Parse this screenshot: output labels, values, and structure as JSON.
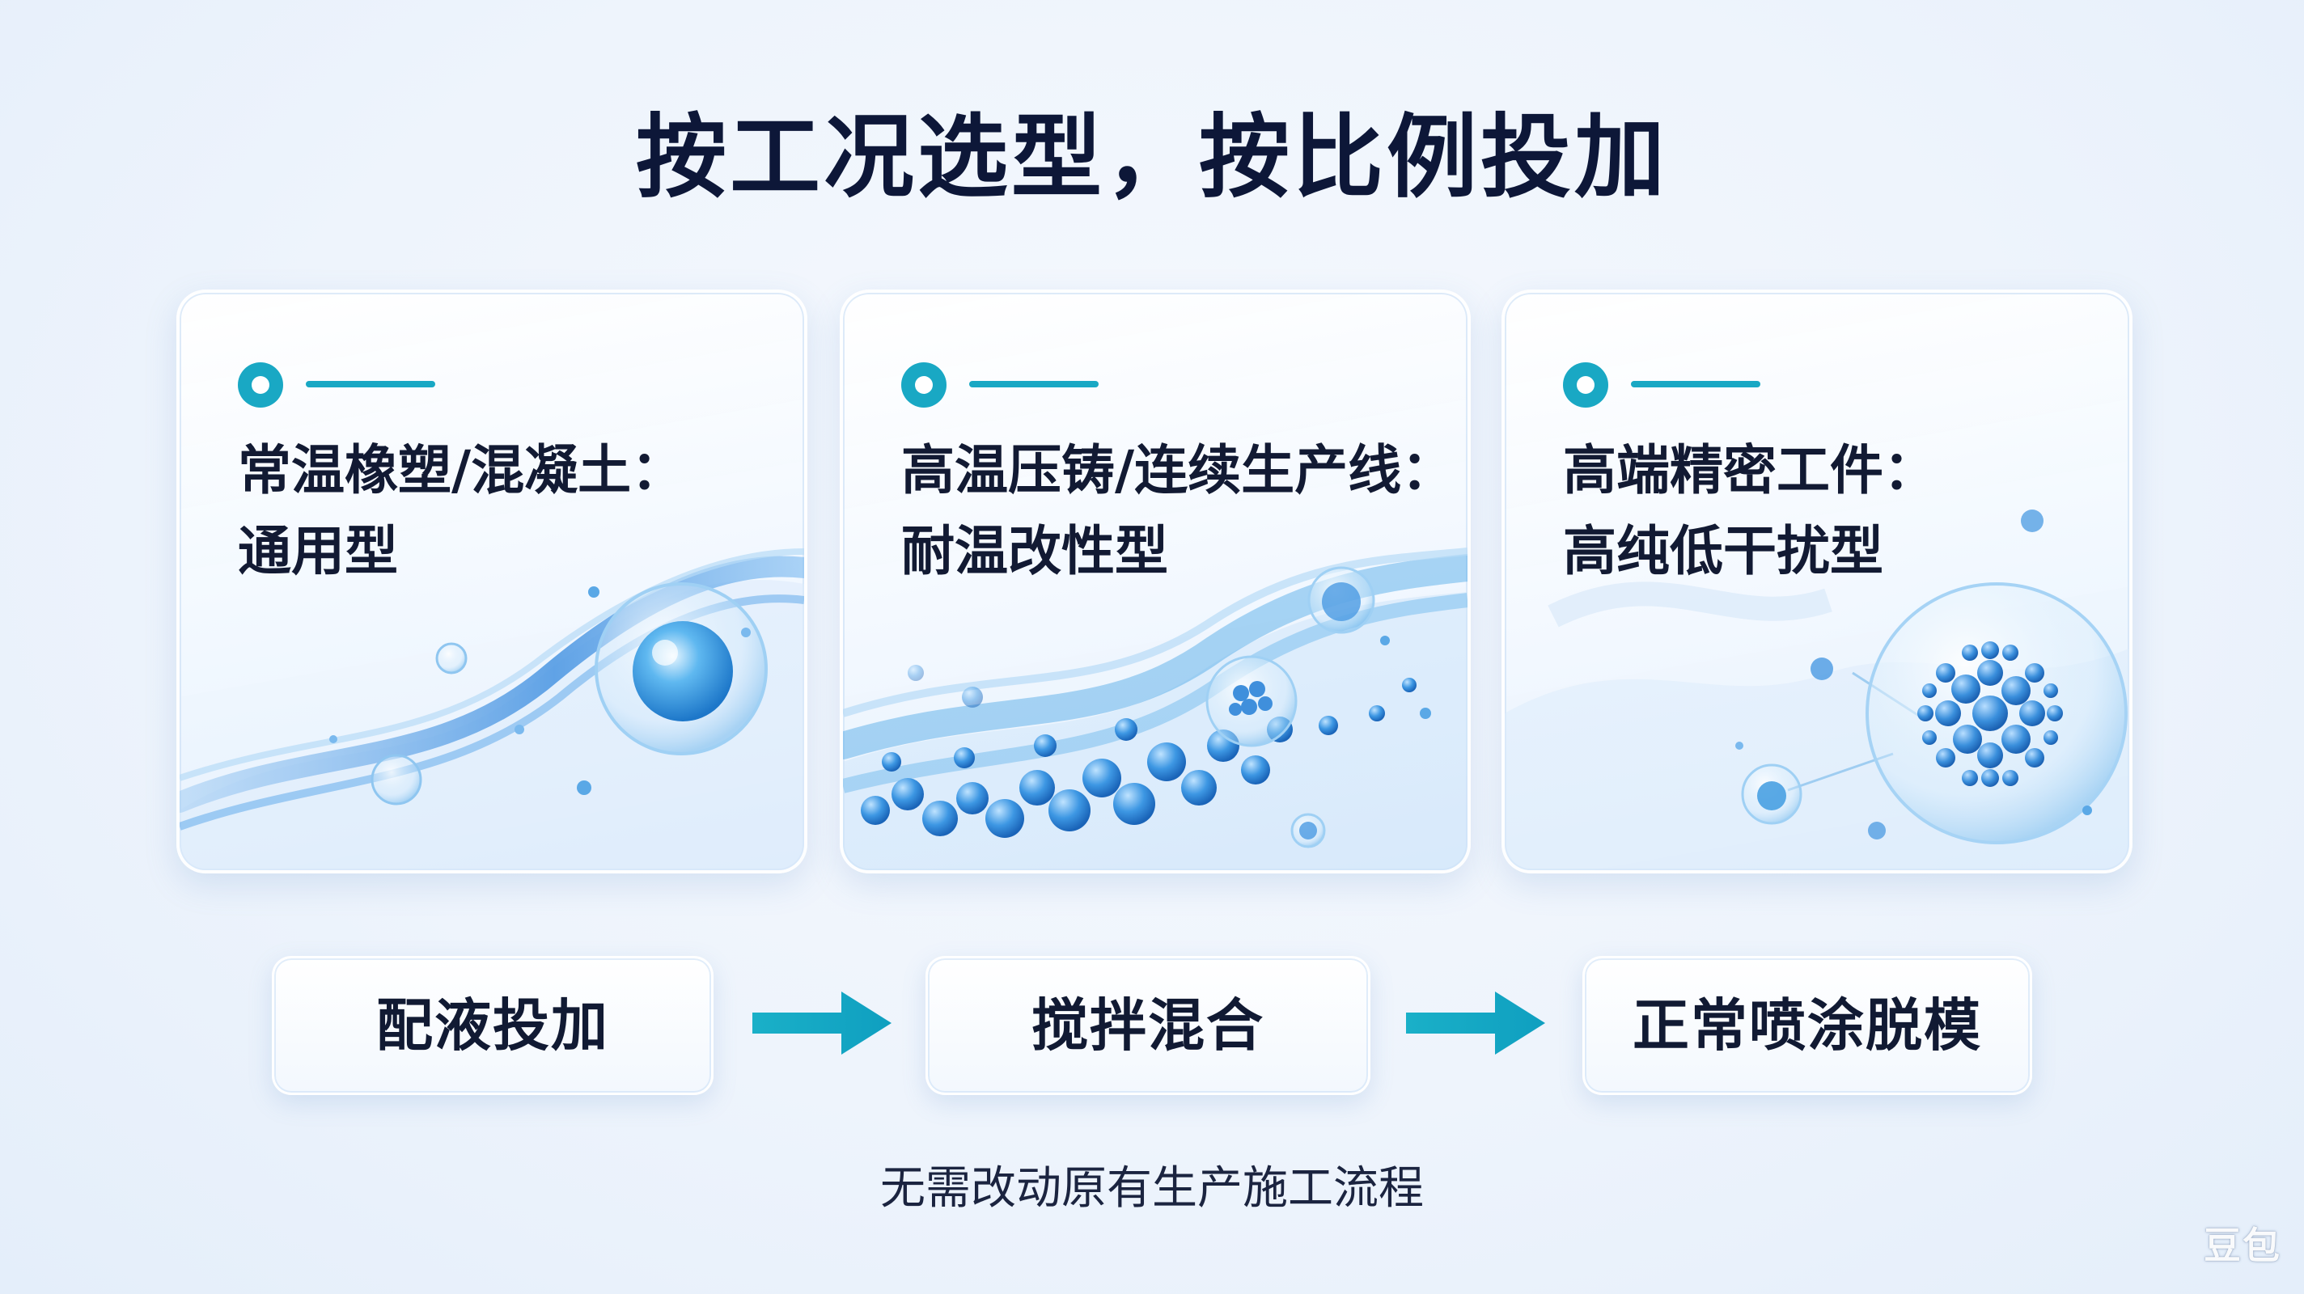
{
  "title": "按工况选型，按比例投加",
  "cards": [
    {
      "line1": "常温橡塑/混凝土：",
      "line2": "通用型"
    },
    {
      "line1": "高温压铸/连续生产线：",
      "line2": "耐温改性型"
    },
    {
      "line1": "高端精密工件：",
      "line2": "高纯低干扰型"
    }
  ],
  "steps": [
    {
      "label": "配液投加"
    },
    {
      "label": "搅拌混合"
    },
    {
      "label": "正常喷涂脱模"
    }
  ],
  "footnote": "无需改动原有生产施工流程",
  "watermark": "豆包",
  "colors": {
    "accent": "#19a8c4",
    "title": "#0d1738",
    "text": "#121a33",
    "bubble_blue": "#2f8fdc"
  },
  "icons": {
    "card_marker": "ring-dot-icon",
    "step_connector": "arrow-right-icon"
  }
}
